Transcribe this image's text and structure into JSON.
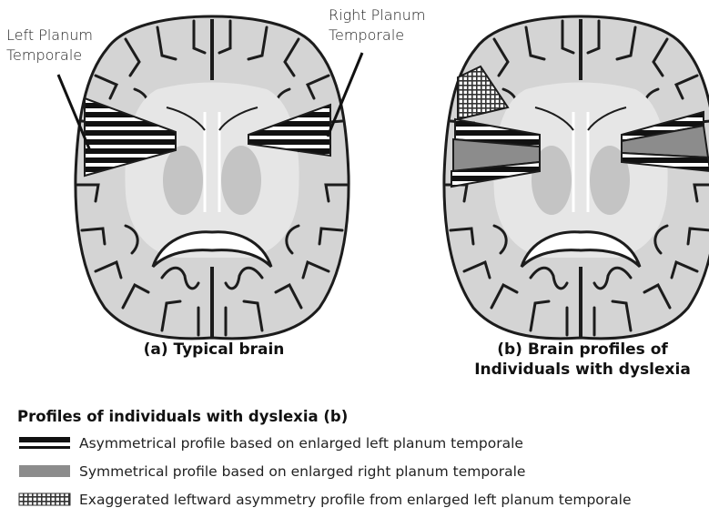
{
  "callouts": {
    "left": [
      "Left Planum",
      "Temporale"
    ],
    "right": [
      "Right Planum",
      "Temporale"
    ]
  },
  "captions": {
    "a": [
      "(a) Typical brain"
    ],
    "b": [
      "(b) Brain profiles of",
      "Individuals with dyslexia"
    ]
  },
  "legend": {
    "title": "Profiles of individuals with dyslexia (b)",
    "items": [
      {
        "label": "Asymmetrical profile based on enlarged left planum temporale",
        "pattern": "stripes"
      },
      {
        "label": "Symmetrical profile based on enlarged right planum temporale",
        "pattern": "solid-gray"
      },
      {
        "label": "Exaggerated leftward asymmetry profile from enlarged left planum temporale",
        "pattern": "crosshatch"
      }
    ]
  },
  "colors": {
    "brain_fill": "#d4d4d4",
    "outline": "#1c1c1c",
    "gray_fill": "#8c8c8c",
    "inner_light": "#ececec"
  }
}
